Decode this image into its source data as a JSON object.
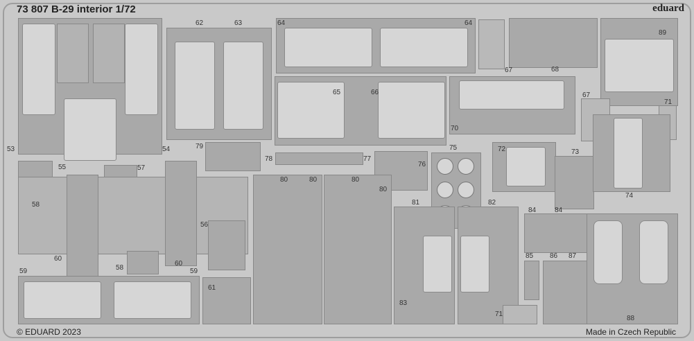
{
  "header": {
    "title": "73 807 B-29 interior 1/72",
    "brand": "eduard"
  },
  "footer": {
    "copyright": "© EDUARD 2023",
    "origin": "Made in Czech Republic"
  },
  "part_numbers": [
    "62",
    "63",
    "64",
    "64",
    "68",
    "67",
    "89",
    "65",
    "66",
    "67",
    "71",
    "70",
    "53",
    "54",
    "55",
    "57",
    "79",
    "78",
    "77",
    "76",
    "75",
    "72",
    "73",
    "74",
    "58",
    "80",
    "80",
    "80",
    "80",
    "81",
    "82",
    "56",
    "84",
    "84",
    "60",
    "60",
    "58",
    "85",
    "86",
    "87",
    "59",
    "59",
    "61",
    "83",
    "71",
    "88"
  ]
}
